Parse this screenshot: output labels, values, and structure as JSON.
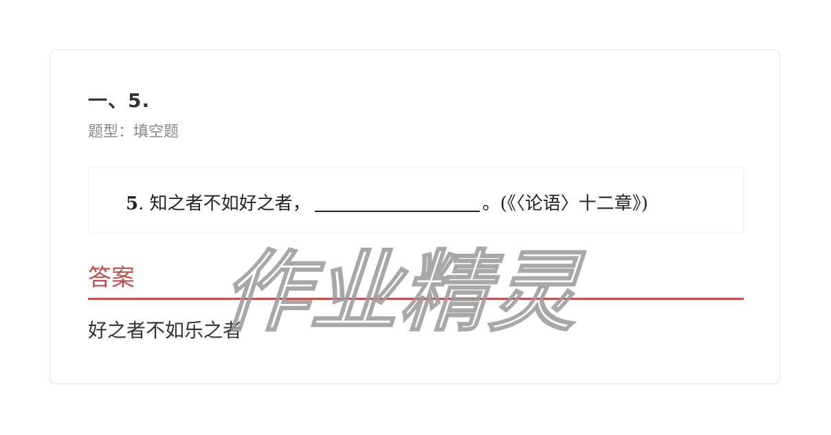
{
  "question": {
    "title": "一、5.",
    "type_label": "题型：填空题",
    "number": "5",
    "prefix": ". 知之者不如好之者，",
    "suffix": "。(《〈论语〉十二章》)"
  },
  "answer": {
    "heading": "答案",
    "text": "好之者不如乐之者"
  },
  "watermark": {
    "text": "作业精灵"
  },
  "colors": {
    "accent": "#c0504d",
    "title": "#333333",
    "muted": "#888888",
    "border": "#e3e3e3"
  }
}
